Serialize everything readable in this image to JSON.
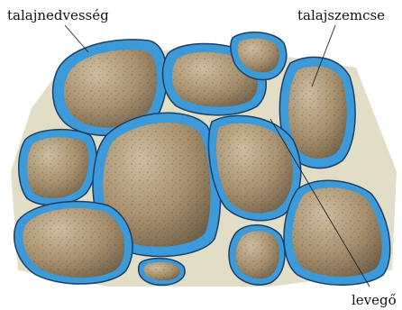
{
  "labels": {
    "soil_moisture": "talajnedvesség",
    "soil_particle": "talajszemcse",
    "air": "levegő"
  },
  "colors": {
    "water": "#3d9ad8",
    "water_edge": "#1b3f66",
    "particle": "#a38f6f",
    "particle_light": "#c7b79a",
    "particle_dark": "#5d5140",
    "air_space": "#e2ddc6"
  }
}
